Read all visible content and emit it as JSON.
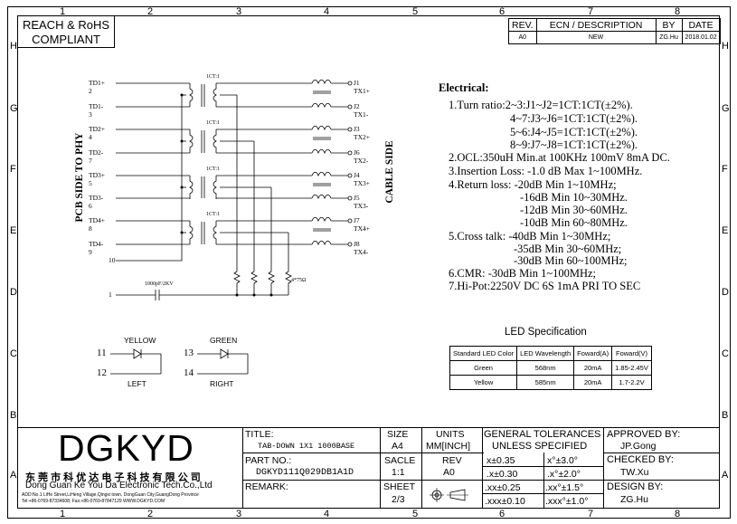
{
  "compliance": {
    "line1": "REACH & RoHS",
    "line2": "COMPLIANT"
  },
  "zones": {
    "columns": [
      "1",
      "2",
      "3",
      "4",
      "5",
      "6",
      "7",
      "8"
    ],
    "rows": [
      "H",
      "G",
      "F",
      "E",
      "D",
      "C",
      "B",
      "A"
    ]
  },
  "revision_block": {
    "headers": [
      "REV.",
      "ECN / DESCRIPTION",
      "BY",
      "DATE"
    ],
    "row": [
      "A0",
      "NEW",
      "ZG.Hu",
      "2018.01.02"
    ]
  },
  "schematic": {
    "left_side_label": "PCB SIDE TO PHY",
    "right_side_label": "CABLE SIDE",
    "ratio_labels": [
      "1CT:1",
      "1CT:1",
      "1CT:1",
      "1CT:1"
    ],
    "left_pins": [
      {
        "label": "TD1+",
        "num": "2"
      },
      {
        "label": "TD1-",
        "num": "3"
      },
      {
        "label": "TD2+",
        "num": "4"
      },
      {
        "label": "TD2-",
        "num": "7"
      },
      {
        "label": "TD3+",
        "num": "5"
      },
      {
        "label": "TD3-",
        "num": "6"
      },
      {
        "label": "TD4+",
        "num": "8"
      },
      {
        "label": "TD4-",
        "num": "9"
      }
    ],
    "right_pins": [
      {
        "label": "J1",
        "signal": "TX1+"
      },
      {
        "label": "J2",
        "signal": "TX1-"
      },
      {
        "label": "J3",
        "signal": "TX2+"
      },
      {
        "label": "J6",
        "signal": "TX2-"
      },
      {
        "label": "J4",
        "signal": "TX3+"
      },
      {
        "label": "J5",
        "signal": "TX3-"
      },
      {
        "label": "J7",
        "signal": "TX4+"
      },
      {
        "label": "J8",
        "signal": "TX4-"
      }
    ],
    "pin10": "10",
    "pin1": "1",
    "cap_label": "1000pF/2KV",
    "res_label": "4*75Ω"
  },
  "leds": {
    "yellow": {
      "title": "YELLOW",
      "pin_a": "11",
      "pin_b": "12",
      "caption": "LEFT"
    },
    "green": {
      "title": "GREEN",
      "pin_a": "13",
      "pin_b": "14",
      "caption": "RIGHT"
    }
  },
  "electrical": {
    "heading": "Electrical:",
    "lines": [
      "1.Turn ratio:2~3:J1~J2=1CT:1CT(±2%).",
      "4~7:J3~J6=1CT:1CT(±2%).",
      "5~6:J4~J5=1CT:1CT(±2%).",
      "8~9:J7~J8=1CT:1CT(±2%).",
      "2.OCL:350uH Min.at 100KHz 100mV 8mA DC.",
      "3.Insertion Loss: -1.0 dB Max 1~100MHz.",
      "4.Return loss: -20dB Min 1~10MHz;",
      "-16dB Min 10~30MHz.",
      "-12dB Min 30~60MHz.",
      "-10dB Min 60~80MHz.",
      "5.Cross talk: -40dB Min 1~30MHz;",
      "-35dB Min 30~60MHz;",
      "-30dB Min 60~100MHz;",
      "6.CMR: -30dB Min 1~100MHz;",
      "7.Hi-Pot:2250V DC  6S 1mA PRI TO SEC"
    ]
  },
  "led_spec": {
    "title": "LED Specification",
    "headers": [
      "Standard LED Color",
      "LED Wavelength",
      "Foward(A)",
      "Foward(V)"
    ],
    "rows": [
      [
        "Green",
        "568nm",
        "20mA",
        "1.85-2.45V"
      ],
      [
        "Yellow",
        "585nm",
        "20mA",
        "1.7-2.2V"
      ]
    ]
  },
  "title_block": {
    "logo": "DGKYD",
    "company_cn": "东 莞 市 科 优 达 电 子 科 技 有 限 公 司",
    "company_en": "Dong Guan Ke You Da Electronic Tech.Co.,Ltd",
    "address": "ADD:No.1 LiHe Street,LiHeng Village,Qingxi town, DongGuan City,GuangDong Province",
    "contact": "Tel:+86-0769-87334608; Fax:+86-0769-87847129  WWW.DGKYD.COM",
    "title_label": "TITLE:",
    "title_value": "TAB-DOWN 1X1 1000BASE",
    "part_label": "PART NO.:",
    "part_value": "DGKYD111Q029DB1A1D",
    "remark_label": "REMARK:",
    "size_label": "SIZE",
    "size_value": "A4",
    "scale_label": "SACLE",
    "scale_value": "1:1",
    "sheet_label": "SHEET",
    "sheet_value": "2/3",
    "units_label": "UNITS",
    "units_value": "MM[INCH]",
    "rev_label": "REV",
    "rev_value": "A0",
    "tolerance_title1": "GENERAL TOLERANCES",
    "tolerance_title2": "UNLESS SPECIFIED",
    "tolerances": [
      [
        "x±0.35",
        "x°±3.0°"
      ],
      [
        ".x±0.30",
        ".x°±2.0°"
      ],
      [
        ".xx±0.25",
        ".xx°±1.5°"
      ],
      [
        ".xxx±0.10",
        ".xxx°±1.0°"
      ]
    ],
    "approved_label": "APPROVED BY:",
    "approved_value": "JP.Gong",
    "checked_label": "CHECKED BY:",
    "checked_value": "TW.Xu",
    "designed_label": "DESIGN BY:",
    "designed_value": "ZG.Hu"
  }
}
